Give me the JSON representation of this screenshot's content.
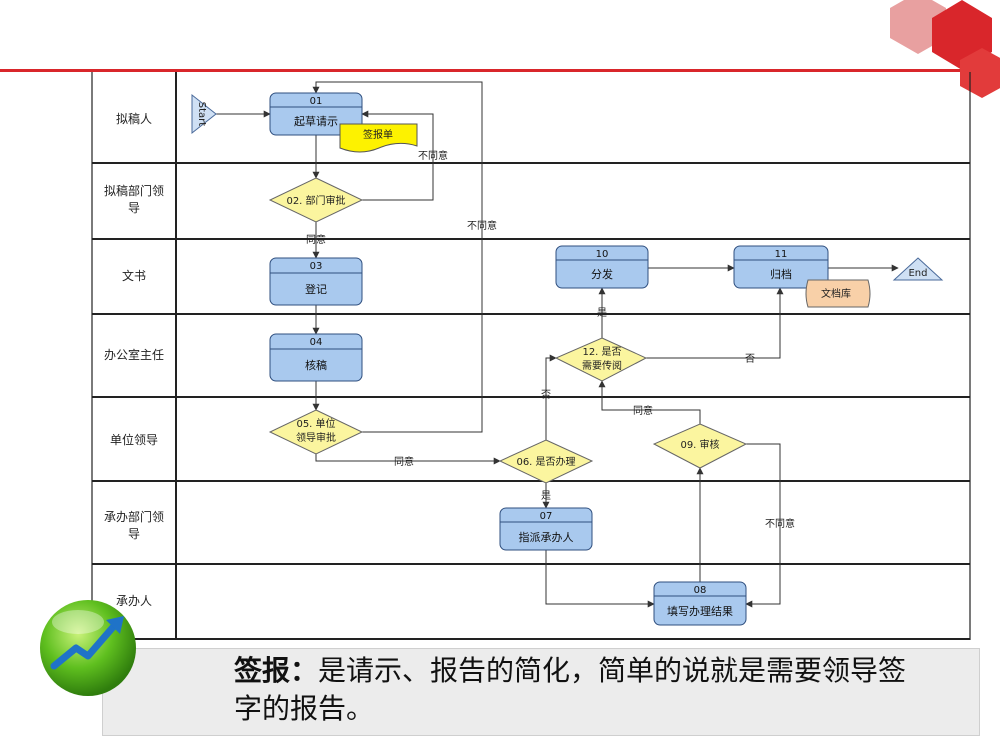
{
  "lanes": [
    {
      "label_lines": [
        "拟稿人"
      ]
    },
    {
      "label_lines": [
        "拟稿部门领",
        "导"
      ]
    },
    {
      "label_lines": [
        "文书"
      ]
    },
    {
      "label_lines": [
        "办公室主任"
      ]
    },
    {
      "label_lines": [
        "单位领导"
      ]
    },
    {
      "label_lines": [
        "承办部门领",
        "导"
      ]
    },
    {
      "label_lines": [
        "承办人"
      ]
    }
  ],
  "nodes": {
    "start": "Start",
    "end": "End",
    "n01": {
      "num": "01",
      "label": "起草请示"
    },
    "doc_sign": "签报单",
    "n02": {
      "label": "02. 部门审批"
    },
    "n03": {
      "num": "03",
      "label": "登记"
    },
    "n04": {
      "num": "04",
      "label": "核稿"
    },
    "n05": {
      "line1": "05. 单位",
      "line2": "领导审批"
    },
    "n06": {
      "label": "06. 是否办理"
    },
    "n07": {
      "num": "07",
      "label": "指派承办人"
    },
    "n08": {
      "num": "08",
      "label": "填写办理结果"
    },
    "n09": {
      "label": "09. 审核"
    },
    "n10": {
      "num": "10",
      "label": "分发"
    },
    "n11": {
      "num": "11",
      "label": "归档"
    },
    "doc_archive": "文档库",
    "n12": {
      "line1": "12. 是否",
      "line2": "需要传阅"
    }
  },
  "edge_labels": {
    "disagree_02": "不同意",
    "disagree_05": "不同意",
    "agree_02": "同意",
    "agree_05": "同意",
    "yes_06": "是",
    "no_06": "否",
    "agree_09": "同意",
    "disagree_09": "不同意",
    "yes_12": "是",
    "no_12": "否"
  },
  "note": {
    "term": "签报：",
    "text": "是请示、报告的简化，简单的说就是需要领导签字的报告。"
  },
  "colors": {
    "accent_red": "#d9262b",
    "box_fill": "#a9c9ee",
    "diamond_fill": "#fbf59f",
    "doc_fill": "#fdf200",
    "archive_fill": "#f8d0a8",
    "terminal_fill": "#cfe0f4"
  }
}
